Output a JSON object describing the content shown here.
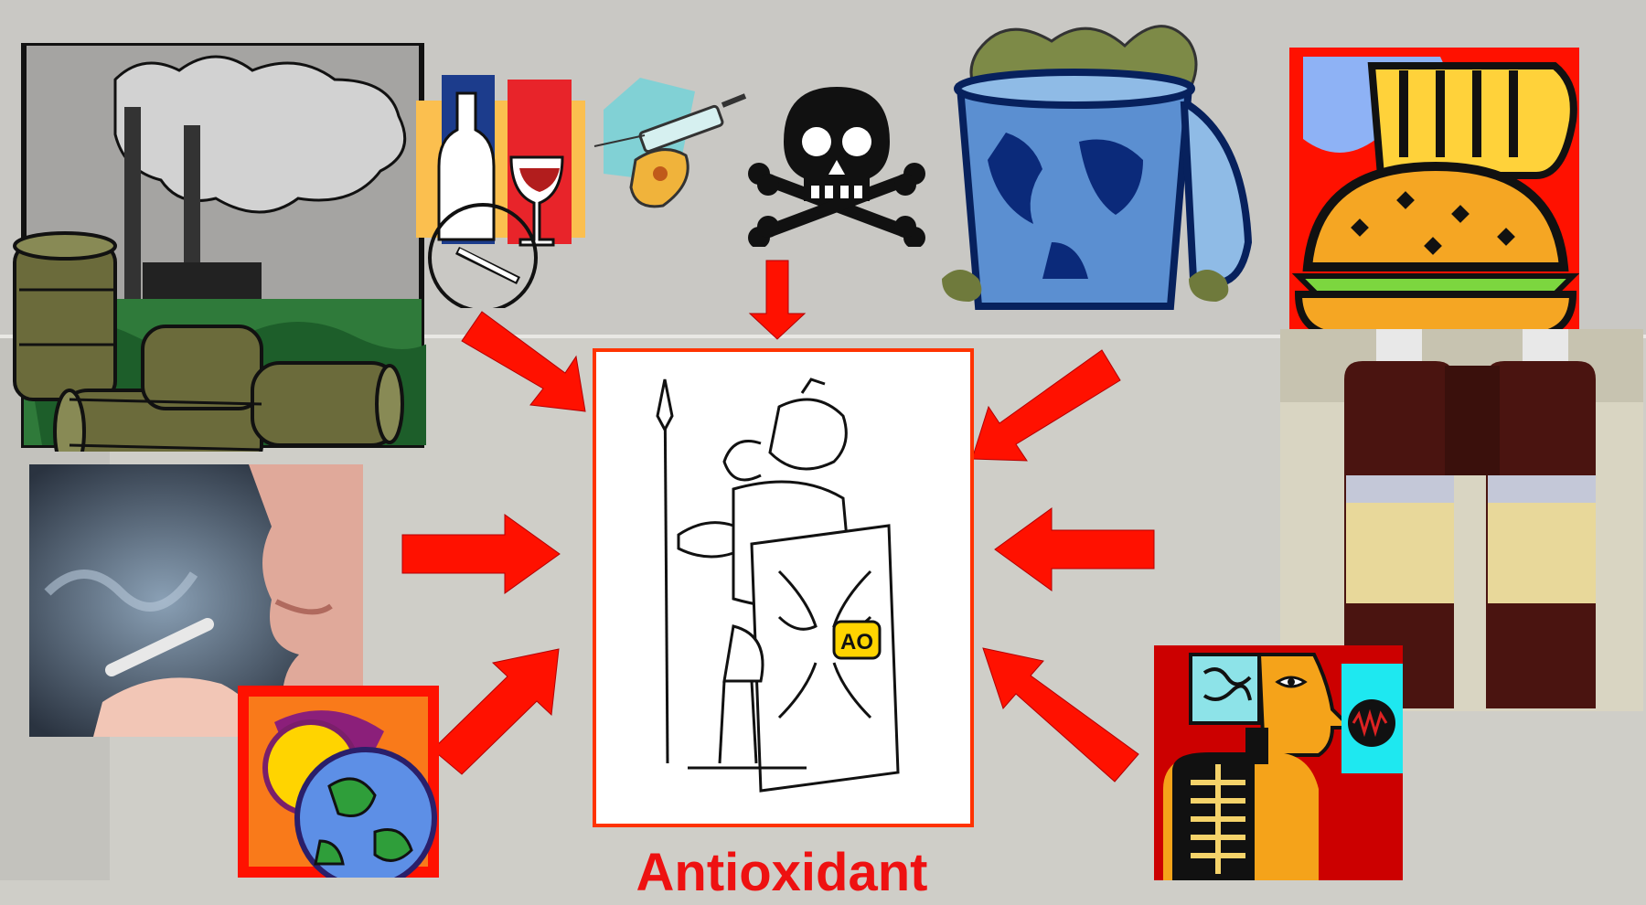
{
  "caption": {
    "text": "Antioxidant"
  },
  "shield": {
    "label": "AO"
  },
  "colors": {
    "arrow": "#ff1100",
    "frame": "#ff3300",
    "caption": "#ee1111"
  },
  "sources": [
    {
      "name": "industrial-pollution-icon"
    },
    {
      "name": "alcohol-cigarette-drugs-icon"
    },
    {
      "name": "syringe-drugs-icon"
    },
    {
      "name": "skull-crossbones-icon"
    },
    {
      "name": "trash-can-icon"
    },
    {
      "name": "fast-food-burger-icon"
    },
    {
      "name": "smoking-photo"
    },
    {
      "name": "chemical-bottles-photo"
    },
    {
      "name": "uv-radiation-earth-icon"
    },
    {
      "name": "x-ray-radiation-icon"
    }
  ],
  "center": {
    "name": "antioxidant-soldier-illustration"
  }
}
